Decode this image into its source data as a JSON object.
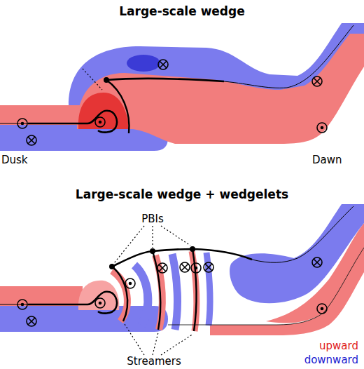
{
  "diagram": {
    "labels": [
      "Large-scale wedge",
      "Dusk",
      "Dawn",
      "Large-scale wedge + wedgelets",
      "PBIs",
      "Streamers"
    ],
    "legend": [
      {
        "text": "upward",
        "color": "#e02020"
      },
      {
        "text": "downward",
        "color": "#2020d0"
      }
    ]
  }
}
